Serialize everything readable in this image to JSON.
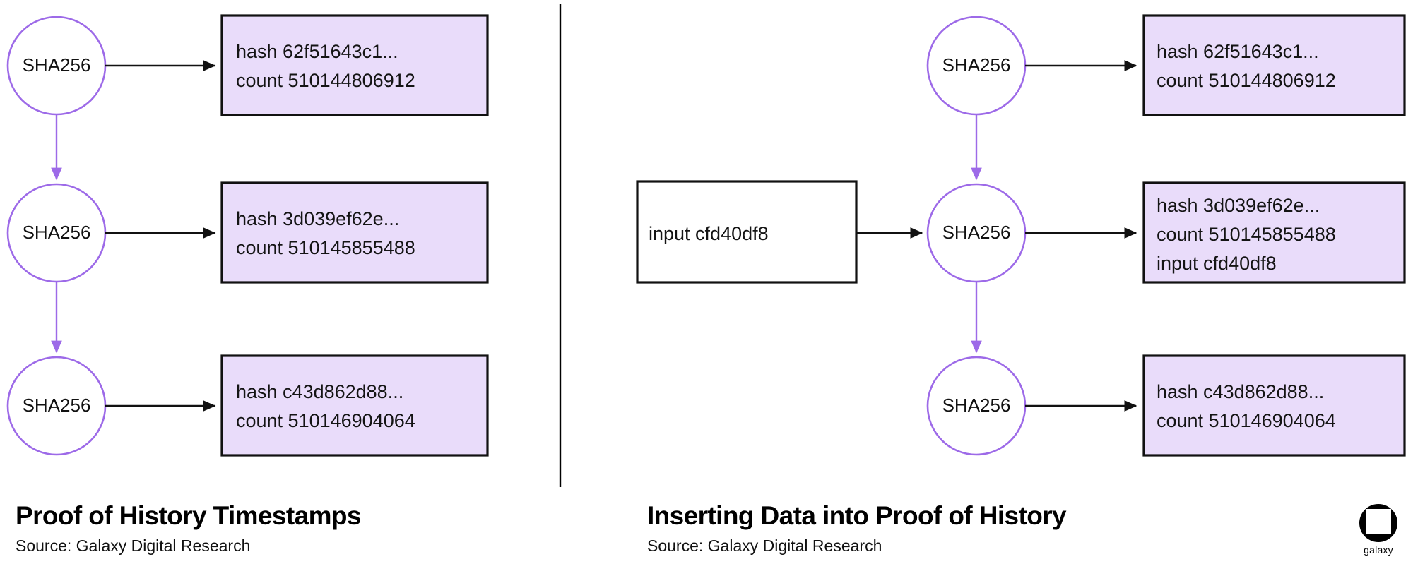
{
  "panels": [
    {
      "id": "proof-of-history-timestamps",
      "caption": {
        "title": "Proof of History Timestamps",
        "source": "Source: Galaxy Digital Research"
      },
      "nodes": [
        {
          "label": "SHA256"
        },
        {
          "label": "SHA256"
        },
        {
          "label": "SHA256"
        }
      ],
      "boxes": [
        {
          "lines": [
            "hash 62f51643c1...",
            "count 510144806912"
          ]
        },
        {
          "lines": [
            "hash 3d039ef62e...",
            "count 510145855488"
          ]
        },
        {
          "lines": [
            "hash c43d862d88...",
            "count 510146904064"
          ]
        }
      ],
      "input_boxes": []
    },
    {
      "id": "inserting-data-into-proof-of-history",
      "caption": {
        "title": "Inserting Data into Proof of History",
        "source": "Source: Galaxy Digital Research"
      },
      "nodes": [
        {
          "label": "SHA256"
        },
        {
          "label": "SHA256"
        },
        {
          "label": "SHA256"
        }
      ],
      "boxes": [
        {
          "lines": [
            "hash 62f51643c1...",
            "count 510144806912"
          ]
        },
        {
          "lines": [
            "hash 3d039ef62e...",
            "count 510145855488",
            "input cfd40df8"
          ]
        },
        {
          "lines": [
            "hash c43d862d88...",
            "count 510146904064"
          ]
        }
      ],
      "input_boxes": [
        {
          "lines": [
            "input cfd40df8"
          ]
        }
      ]
    }
  ],
  "logo": {
    "wordmark": "galaxy"
  },
  "colors": {
    "node_stroke": "#9d6ae8",
    "box_fill": "#e9dcfa",
    "box_stroke": "#111111",
    "arrow_black": "#111111",
    "arrow_purple": "#9d6ae8",
    "background": "#ffffff",
    "text": "#111111"
  }
}
